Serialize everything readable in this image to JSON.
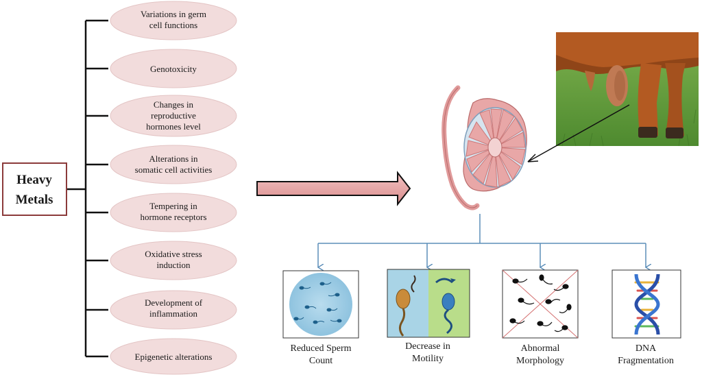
{
  "source": {
    "line1": "Heavy",
    "line2": "Metals"
  },
  "effects": [
    {
      "line1": "Variations in germ",
      "line2": "cell functions"
    },
    {
      "line1": "Genotoxicity"
    },
    {
      "line1": "Changes in",
      "line2": "reproductive",
      "line3": "hormones level"
    },
    {
      "line1": "Alterations in",
      "line2": "somatic cell activities"
    },
    {
      "line1": "Tempering in",
      "line2": "hormone receptors"
    },
    {
      "line1": "Oxidative stress",
      "line2": "induction"
    },
    {
      "line1": "Development of",
      "line2": "inflammation"
    },
    {
      "line1": "Epigenetic alterations"
    }
  ],
  "outcomes": [
    {
      "line1": "Reduced Sperm",
      "line2": "Count"
    },
    {
      "line1": "Decrease in",
      "line2": "Motility"
    },
    {
      "line1": "Abnormal",
      "line2": "Morphology"
    },
    {
      "line1": "DNA",
      "line2": "Fragmentation"
    }
  ],
  "colors": {
    "ellipse_fill": "#f2dcdc",
    "source_border": "#8b3a3a",
    "big_arrow_fill": "#e7a7a7",
    "connector_blue": "#5b8db8",
    "grass": "#5e9a3a",
    "bull_coat": "#b35a22"
  },
  "icons": {
    "bull_photo": "bull-photo",
    "testis": "testis-illustration",
    "sperm_count": "sperm-count-icon",
    "motility": "sperm-motility-icon",
    "morphology": "abnormal-morphology-icon",
    "dna": "dna-helix-icon"
  }
}
